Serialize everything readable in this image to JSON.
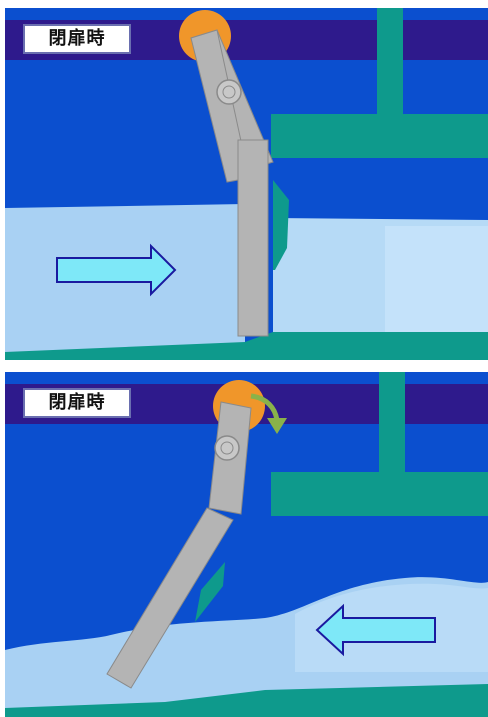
{
  "panels": [
    {
      "label": "閉扉時",
      "flow_direction": "right",
      "gate_state": "closed"
    },
    {
      "label": "閉扉時",
      "flow_direction": "left",
      "gate_state": "opening"
    }
  ],
  "colors": {
    "beam": "#2e1a8c",
    "upper_water": "#0b4fcf",
    "lower_water": "#a9d1f3",
    "channel_bed": "#0e9a8c",
    "hinge": "#f0962a",
    "gate_arm": "#b4b4b4",
    "arrow": "#7ee8f8",
    "rotation_arrow": "#8ab24a"
  }
}
